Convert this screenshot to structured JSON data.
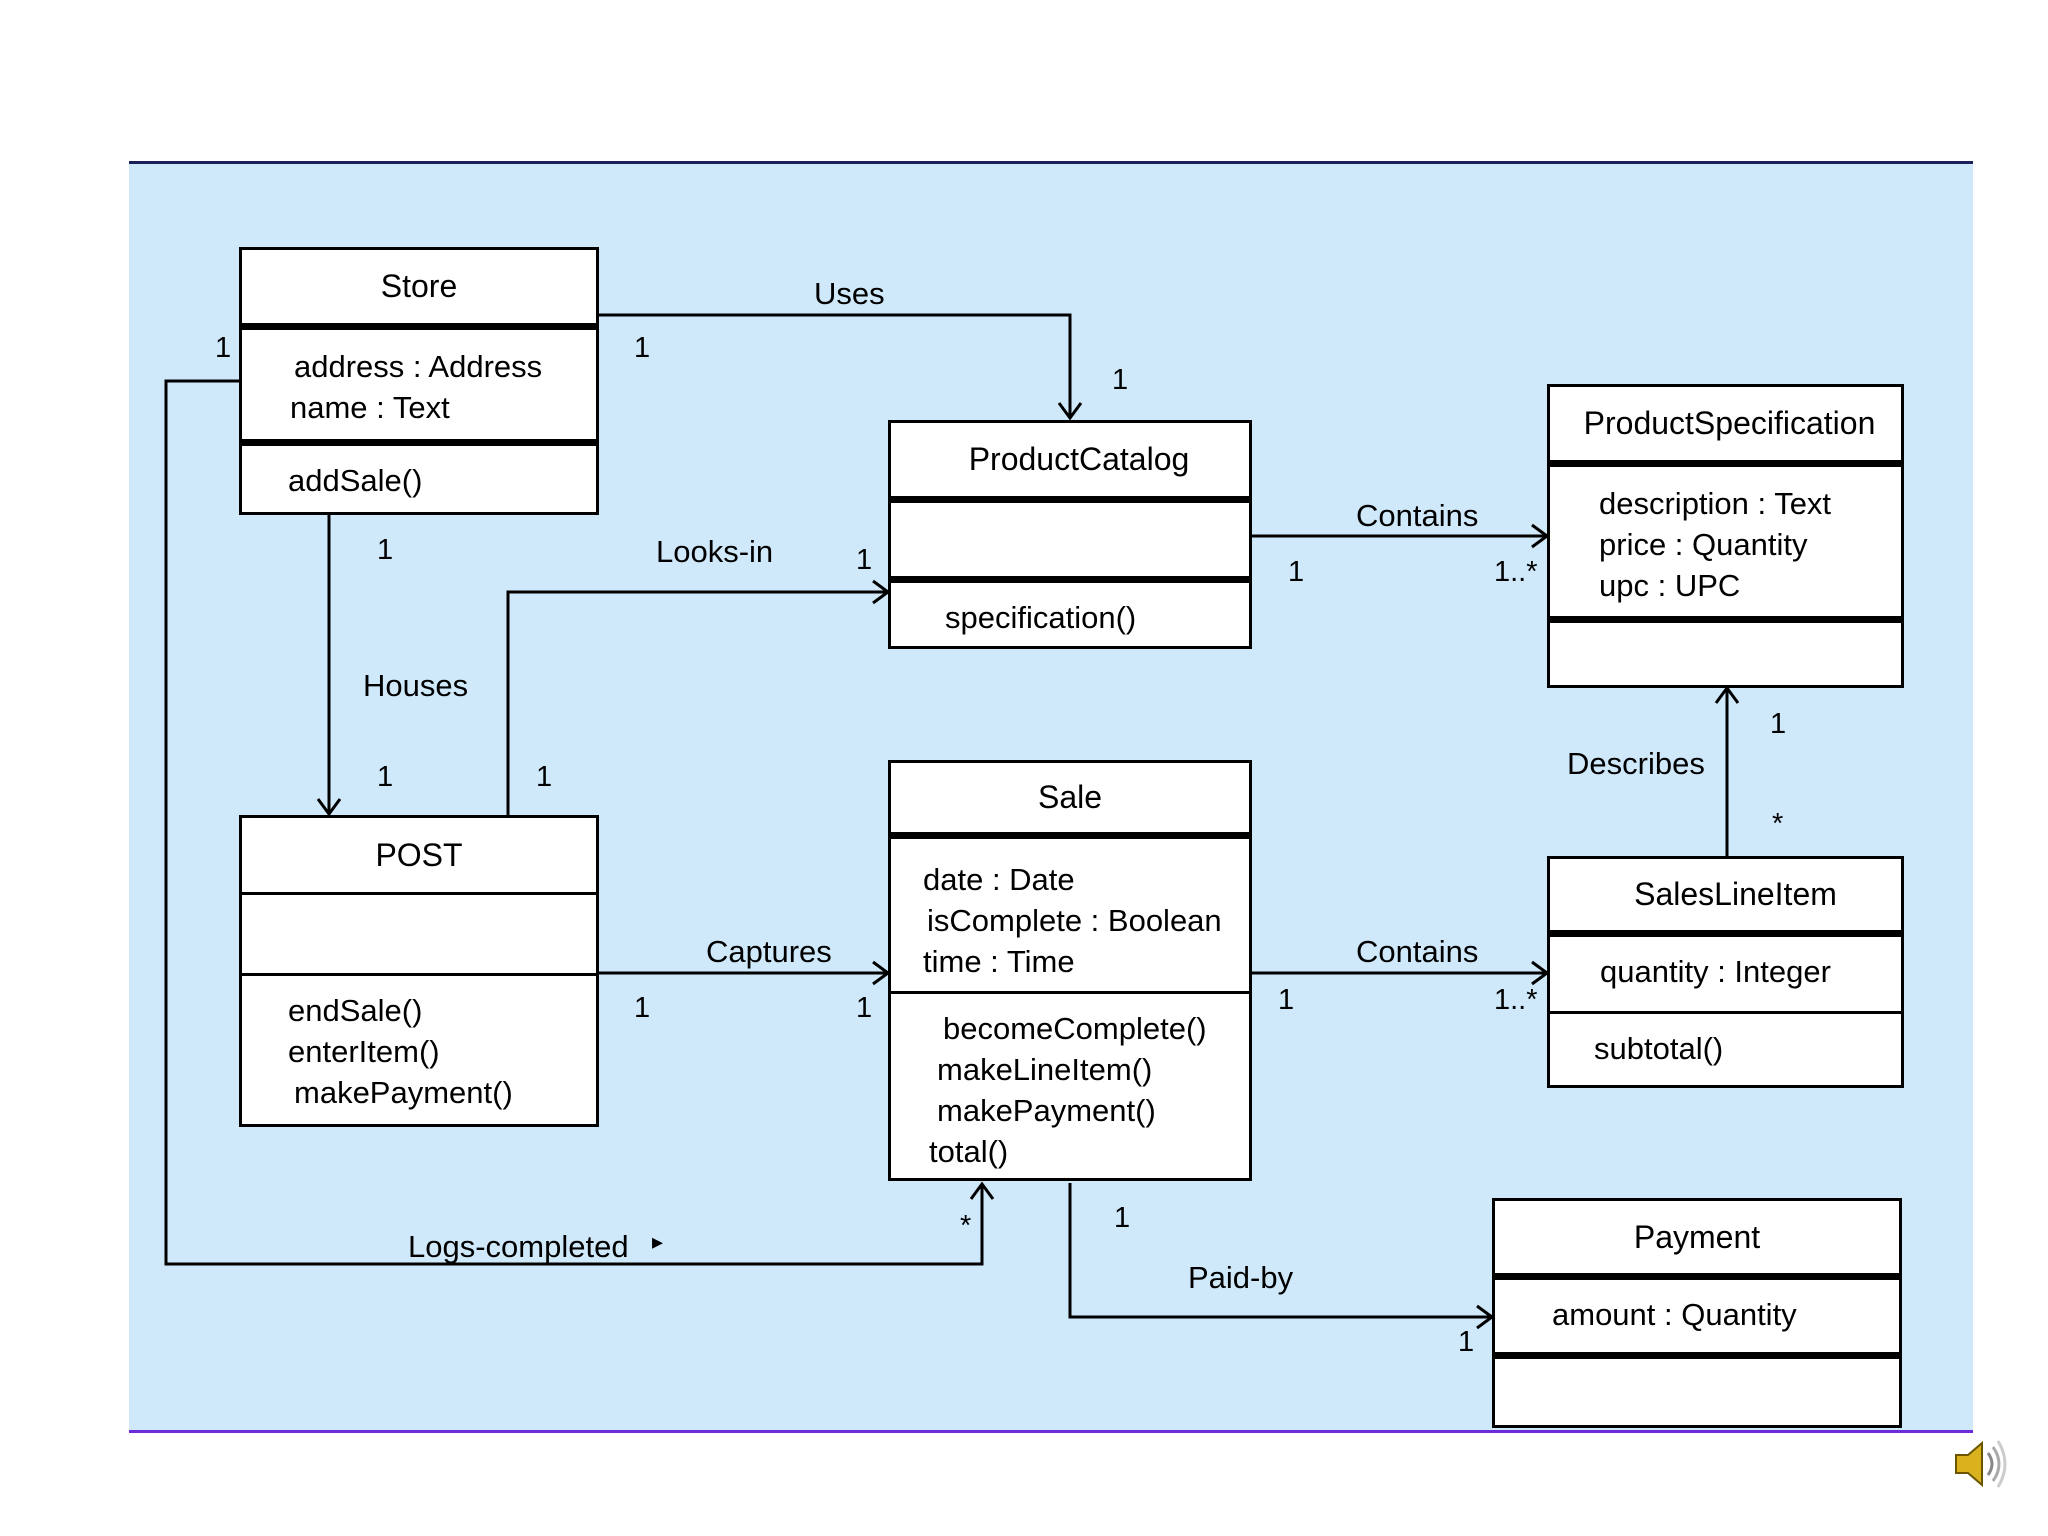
{
  "classes": {
    "store": {
      "name": "Store",
      "attributes": [
        "address : Address",
        "name : Text"
      ],
      "operations": [
        "addSale()"
      ]
    },
    "product_catalog": {
      "name": "ProductCatalog",
      "attributes": [],
      "operations": [
        "specification()"
      ]
    },
    "product_specification": {
      "name": "ProductSpecification",
      "attributes": [
        "description : Text",
        "price : Quantity",
        "upc : UPC"
      ],
      "operations": []
    },
    "post": {
      "name": "POST",
      "attributes": [],
      "operations": [
        "endSale()",
        "enterItem()",
        "makePayment()"
      ]
    },
    "sale": {
      "name": "Sale",
      "attributes": [
        "date : Date",
        "isComplete : Boolean",
        "time : Time"
      ],
      "operations": [
        "becomeComplete()",
        "makeLineItem()",
        "makePayment()",
        "total()"
      ]
    },
    "sales_line_item": {
      "name": "SalesLineItem",
      "attributes": [
        "quantity : Integer"
      ],
      "operations": [
        "subtotal()"
      ]
    },
    "payment": {
      "name": "Payment",
      "attributes": [
        "amount : Quantity"
      ],
      "operations": []
    }
  },
  "associations": {
    "uses": {
      "label": "Uses",
      "from_mult": "1",
      "to_mult": "1"
    },
    "houses": {
      "label": "Houses",
      "from_mult": "1",
      "to_mult": "1"
    },
    "looks_in": {
      "label": "Looks-in",
      "from_mult": "1",
      "to_mult": "1"
    },
    "contains_catalog": {
      "label": "Contains",
      "from_mult": "1",
      "to_mult": "1..*"
    },
    "captures": {
      "label": "Captures",
      "from_mult": "1",
      "to_mult": "1"
    },
    "contains_sale": {
      "label": "Contains",
      "from_mult": "1",
      "to_mult": "1..*"
    },
    "describes": {
      "label": "Describes",
      "from_mult": "*",
      "to_mult": "1"
    },
    "logs_completed": {
      "label": "Logs-completed",
      "direction_marker": "▸",
      "from_mult": "1",
      "to_mult": "*"
    },
    "paid_by": {
      "label": "Paid-by",
      "from_mult": "1",
      "to_mult": "1"
    }
  },
  "icons": {
    "speaker": "speaker-icon"
  }
}
